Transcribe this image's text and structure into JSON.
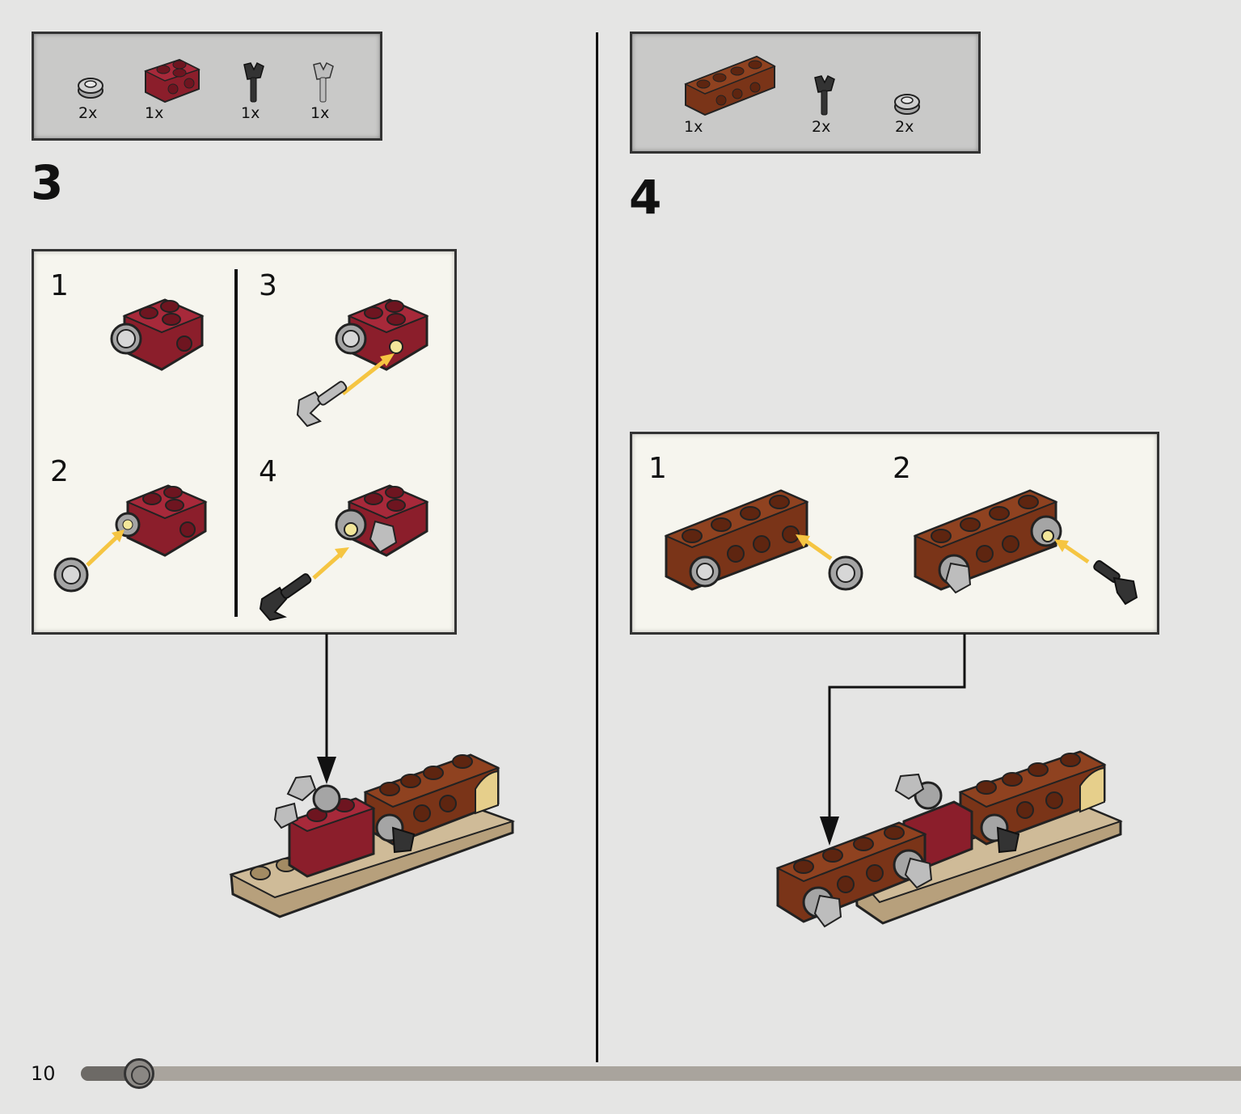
{
  "page": {
    "number": "10",
    "progress_fraction": 0.05
  },
  "steps": [
    {
      "number": "3",
      "parts": [
        {
          "icon": "round-plate-1x1-gray-icon",
          "quantity": "2x"
        },
        {
          "icon": "brick-1x2-studs-side-darkred-icon",
          "quantity": "1x"
        },
        {
          "icon": "clip-bar-black-icon",
          "quantity": "1x"
        },
        {
          "icon": "clip-bar-lightgray-icon",
          "quantity": "1x"
        }
      ],
      "substeps": [
        "1",
        "2",
        "3",
        "4"
      ]
    },
    {
      "number": "4",
      "parts": [
        {
          "icon": "brick-1x4-studs-side-brown-icon",
          "quantity": "1x"
        },
        {
          "icon": "clip-bar-black-icon",
          "quantity": "2x"
        },
        {
          "icon": "round-plate-1x1-gray-icon",
          "quantity": "2x"
        }
      ],
      "substeps": [
        "1",
        "2"
      ]
    }
  ],
  "colors": {
    "background": "#e5e5e4",
    "dark_red": "#8b1e2b",
    "reddish_brown": "#7a3418",
    "tan": "#b7a07c",
    "arrow": "#f5c542",
    "light_gray": "#bdbdbd",
    "black": "#222222"
  }
}
